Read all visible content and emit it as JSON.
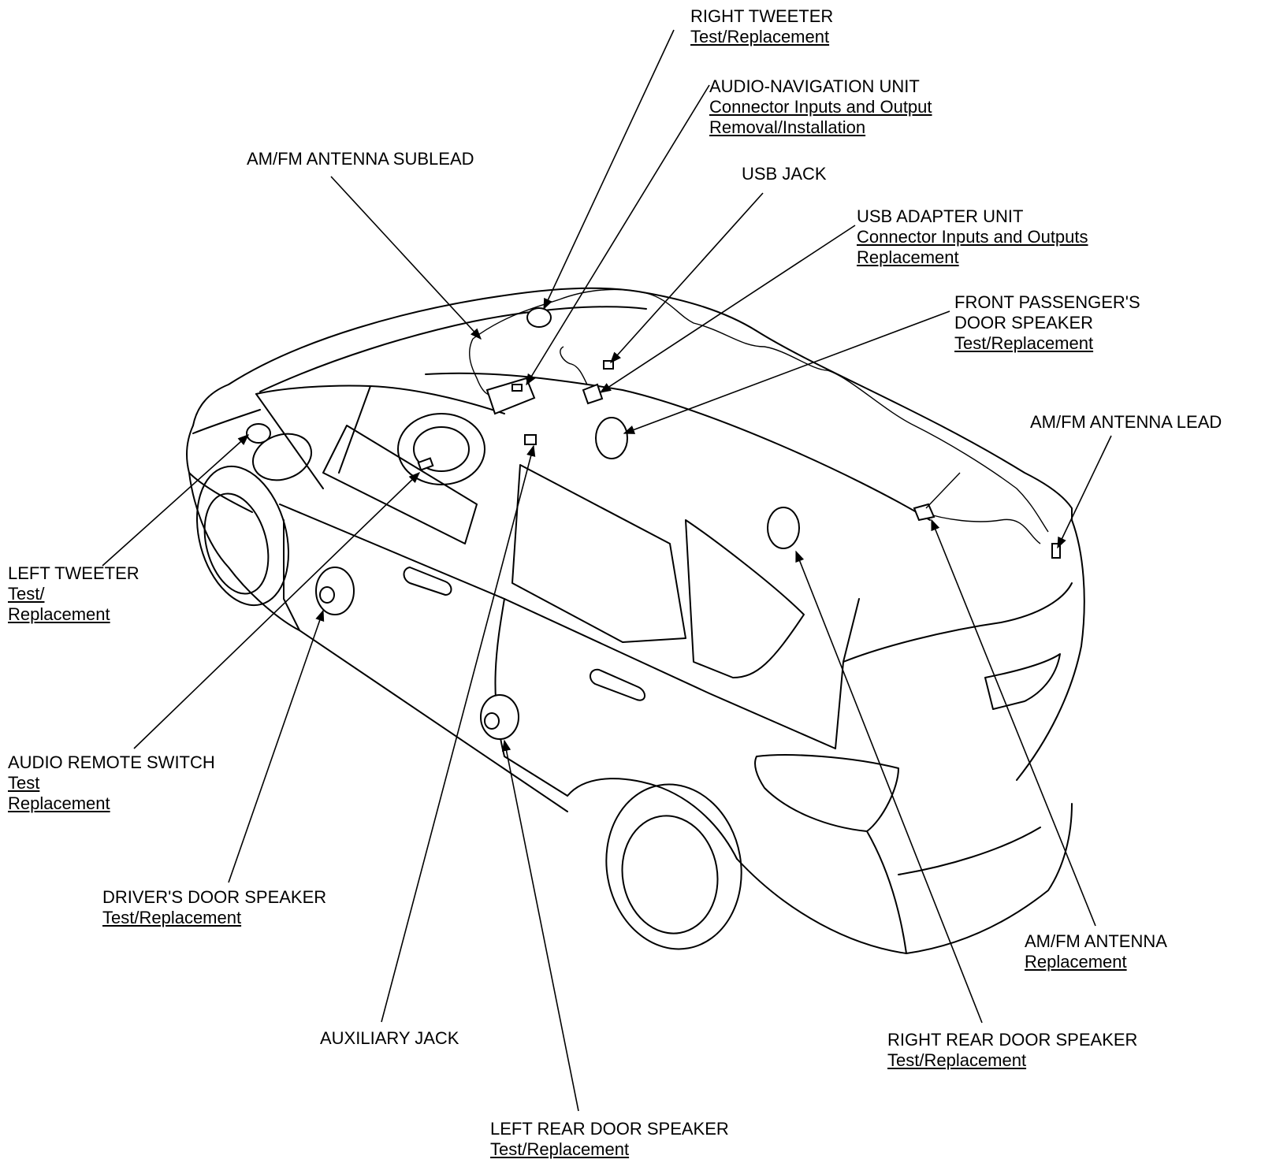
{
  "labels": {
    "right_tweeter": {
      "name": "RIGHT TWEETER",
      "links": [
        "Test/Replacement"
      ]
    },
    "audio_nav_unit": {
      "name": "AUDIO-NAVIGATION UNIT",
      "links": [
        "Connector Inputs and Output",
        "Removal/Installation"
      ]
    },
    "am_fm_antenna_sublead": {
      "name": "AM/FM ANTENNA SUBLEAD",
      "links": []
    },
    "usb_jack": {
      "name": "USB JACK",
      "links": []
    },
    "usb_adapter_unit": {
      "name": "USB ADAPTER UNIT",
      "links": [
        "Connector Inputs and Outputs",
        "Replacement"
      ]
    },
    "front_passenger_door_speaker": {
      "name": "FRONT PASSENGER'S",
      "name2": "DOOR SPEAKER",
      "links": [
        "Test/Replacement"
      ]
    },
    "am_fm_antenna_lead": {
      "name": "AM/FM ANTENNA LEAD",
      "links": []
    },
    "left_tweeter": {
      "name": "LEFT TWEETER",
      "links": [
        "Test/",
        "Replacement"
      ]
    },
    "audio_remote_switch": {
      "name": "AUDIO REMOTE SWITCH",
      "links": [
        "Test",
        "Replacement"
      ]
    },
    "drivers_door_speaker": {
      "name": "DRIVER'S DOOR SPEAKER",
      "links": [
        "Test/Replacement"
      ]
    },
    "auxiliary_jack": {
      "name": "AUXILIARY JACK",
      "links": []
    },
    "am_fm_antenna": {
      "name": "AM/FM ANTENNA",
      "links": [
        "Replacement"
      ]
    },
    "right_rear_door_speaker": {
      "name": "RIGHT REAR DOOR SPEAKER",
      "links": [
        "Test/Replacement"
      ]
    },
    "left_rear_door_speaker": {
      "name": "LEFT REAR DOOR SPEAKER",
      "links": [
        "Test/Replacement"
      ]
    }
  }
}
